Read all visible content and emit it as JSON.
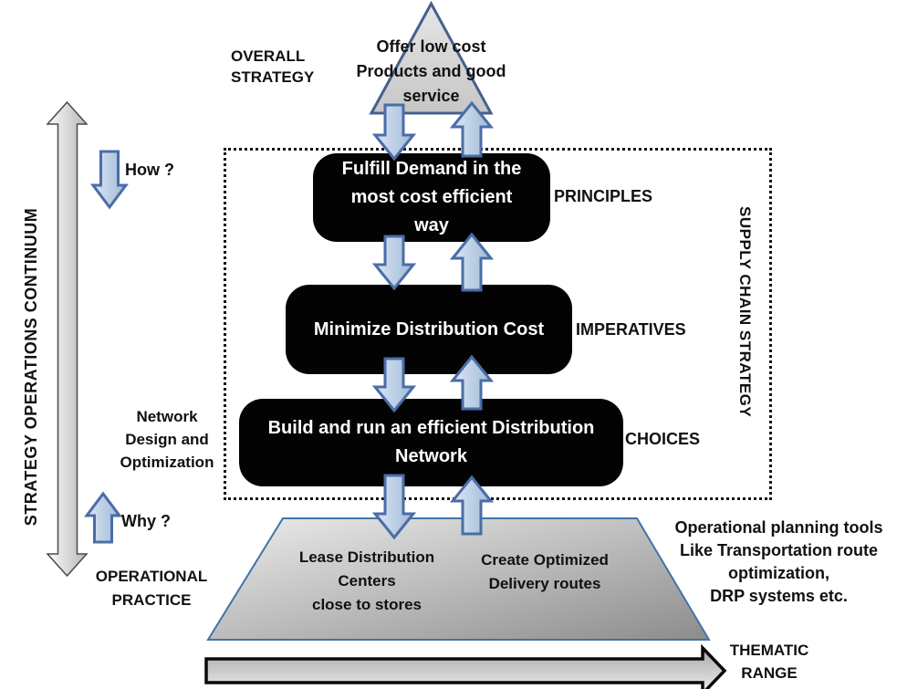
{
  "diagram": {
    "overall_strategy": "OVERALL\nSTRATEGY",
    "goal": "Offer low cost\nProducts and good\nservice",
    "levels": [
      {
        "text": "Fulfill Demand in the\nmost cost efficient\nway",
        "label": "PRINCIPLES"
      },
      {
        "text": "Minimize Distribution Cost",
        "label": "IMPERATIVES"
      },
      {
        "text": "Build and run an efficient Distribution\nNetwork",
        "label": "CHOICES"
      }
    ],
    "supply_chain_label": "SUPPLY CHAIN STRATEGY",
    "continuum_label": "STRATEGY OPERATIONS CONTINUUM",
    "how_label": "How ?",
    "why_label": "Why ?",
    "network_note": "Network\nDesign and\nOptimization",
    "operational_practice": "OPERATIONAL\nPRACTICE",
    "practice_items": [
      "Lease Distribution\nCenters\nclose to stores",
      "Create Optimized\nDelivery routes"
    ],
    "tools_note": "Operational planning tools\nLike Transportation route\noptimization,\nDRP systems etc.",
    "thematic_range": "THEMATIC\nRANGE"
  },
  "colors": {
    "level_box": "#030303",
    "level_text": "#ffffff",
    "blue_arrow_border": "#4a6da7",
    "blue_arrow_fill_light": "#dce6f2",
    "blue_arrow_fill_dark": "#9fb9d9",
    "triangle_border": "#44618c",
    "trapezoid_border": "#4173a8",
    "gray_shape_light": "#ececec",
    "gray_shape_dark": "#8c8c8c",
    "dotted_border": "#141414"
  }
}
